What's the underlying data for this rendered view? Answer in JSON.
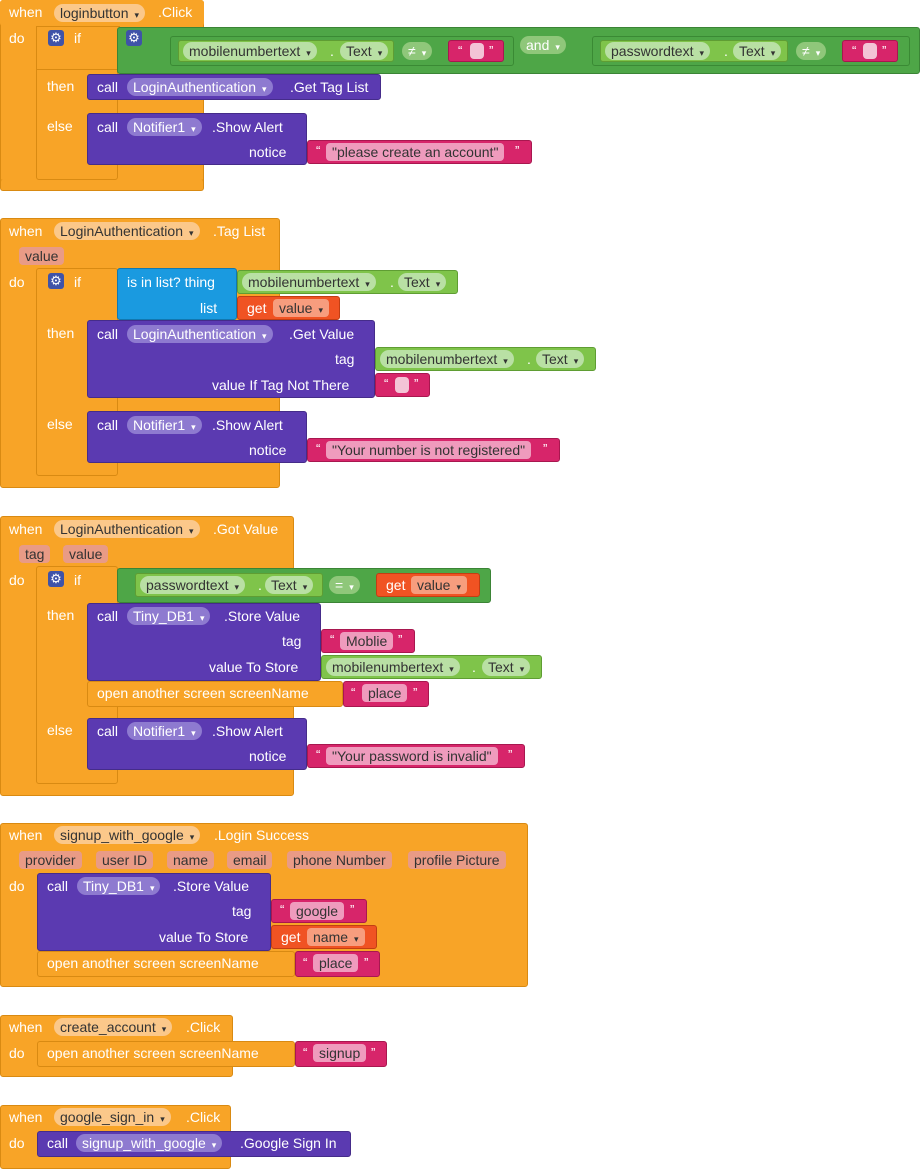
{
  "kw": {
    "when": "when",
    "do": "do",
    "if": "if",
    "then": "then",
    "else": "else",
    "call": "call",
    "get": "get",
    "and": "and",
    "list": "list",
    "tag": "tag",
    "notice": "notice",
    "value_to_store": "value To Store",
    "value_if_not_there": "value If Tag Not There",
    "is_in_list": "is in list? thing",
    "open_screen": "open another screen  screenName",
    "neq": "≠",
    "eq": "=",
    "dot": "."
  },
  "block1": {
    "component": "loginbutton",
    "event": ".Click",
    "cond_left_var": "mobilenumbertext",
    "cond_right_var": "passwordtext",
    "prop": "Text",
    "then_component": "LoginAuthentication",
    "then_method": ".Get Tag List",
    "else_component": "Notifier1",
    "else_method": ".Show Alert",
    "alert_text": "please create an account"
  },
  "block2": {
    "component": "LoginAuthentication",
    "event": ".Tag List",
    "param": "value",
    "list_var": "mobilenumbertext",
    "prop": "Text",
    "get_var": "value",
    "then_component": "LoginAuthentication",
    "then_method": ".Get Value",
    "tag_var": "mobilenumbertext",
    "else_component": "Notifier1",
    "else_method": ".Show Alert",
    "alert_text": "Your number is not registered"
  },
  "block3": {
    "component": "LoginAuthentication",
    "event": ".Got Value",
    "param1": "tag",
    "param2": "value",
    "cond_var": "passwordtext",
    "prop": "Text",
    "get_var": "value",
    "then_component": "Tiny_DB1",
    "then_method": ".Store Value",
    "tag_text": "Moblie",
    "store_var": "mobilenumbertext",
    "screen_name": "place",
    "else_component": "Notifier1",
    "else_method": ".Show Alert",
    "alert_text": "Your password is invalid"
  },
  "block4": {
    "component": "signup_with_google",
    "event": ".Login Success",
    "params": [
      "provider",
      "user ID",
      "name",
      "email",
      "phone Number",
      "profile Picture"
    ],
    "call_component": "Tiny_DB1",
    "call_method": ".Store Value",
    "tag_text": "google",
    "get_var": "name",
    "screen_name": "place"
  },
  "block5": {
    "component": "create_account",
    "event": ".Click",
    "screen_name": "signup"
  },
  "block6": {
    "component": "google_sign_in",
    "event": ".Click",
    "call_component": "signup_with_google",
    "call_method": ".Google Sign In"
  },
  "colors": {
    "event": "#f8a427",
    "procedure": "#5b3ab1",
    "logic": "#4ea647",
    "text": "#d7256a",
    "list": "#1a9ae0",
    "variable": "#f05323",
    "component": "#7fc44a"
  }
}
